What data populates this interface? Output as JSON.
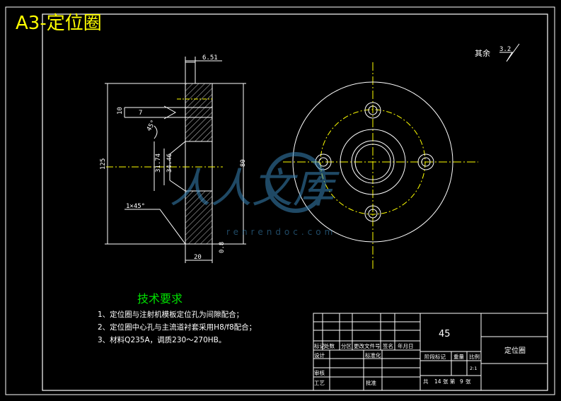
{
  "header": {
    "title": "A3-定位圈"
  },
  "roughness": {
    "label": "其余",
    "value": "3.2"
  },
  "dims": {
    "top_thickness": "6.51",
    "small_h": "10",
    "small_w": "7",
    "angle": "45°",
    "overall_height": "125",
    "inner_d1": "31.74",
    "inner_d2": "34.46",
    "outer_d": "80",
    "chamfer": "1×45°",
    "bottom_width": "20",
    "roughness_small": "0.8"
  },
  "watermark": {
    "main": "人人文库",
    "sub": "renrendoc.com"
  },
  "tech": {
    "title": "技术要求",
    "lines": [
      "1、定位圈与注射机模板定位孔为间隙配合；",
      "2、定位圈中心孔与主流道衬套采用H8/f8配合；",
      "3、材料Q235A，调质230～270HB。"
    ]
  },
  "titleblock": {
    "material": "45",
    "part_name": "定位圈",
    "h_mark": "标记",
    "h_count": "处数",
    "h_zone": "分区",
    "h_change": "更改文件号",
    "h_sign": "签名",
    "h_date": "年月日",
    "h_design": "设计",
    "h_standard": "标准化",
    "h_stage": "阶段标记",
    "h_weight": "重量",
    "h_scale": "比例",
    "scale_val": "2:1",
    "h_review": "审核",
    "h_process": "工艺",
    "h_approve": "批准",
    "h_total": "共",
    "total_val": "14",
    "h_sheet": "张 第",
    "sheet_val": "9",
    "h_zhang": "张"
  },
  "colors": {
    "frame": "#ffffff",
    "title": "#ffff00",
    "tech_title": "#00e000",
    "center_line": "#ffff00",
    "watermark": "#3a86b8"
  }
}
